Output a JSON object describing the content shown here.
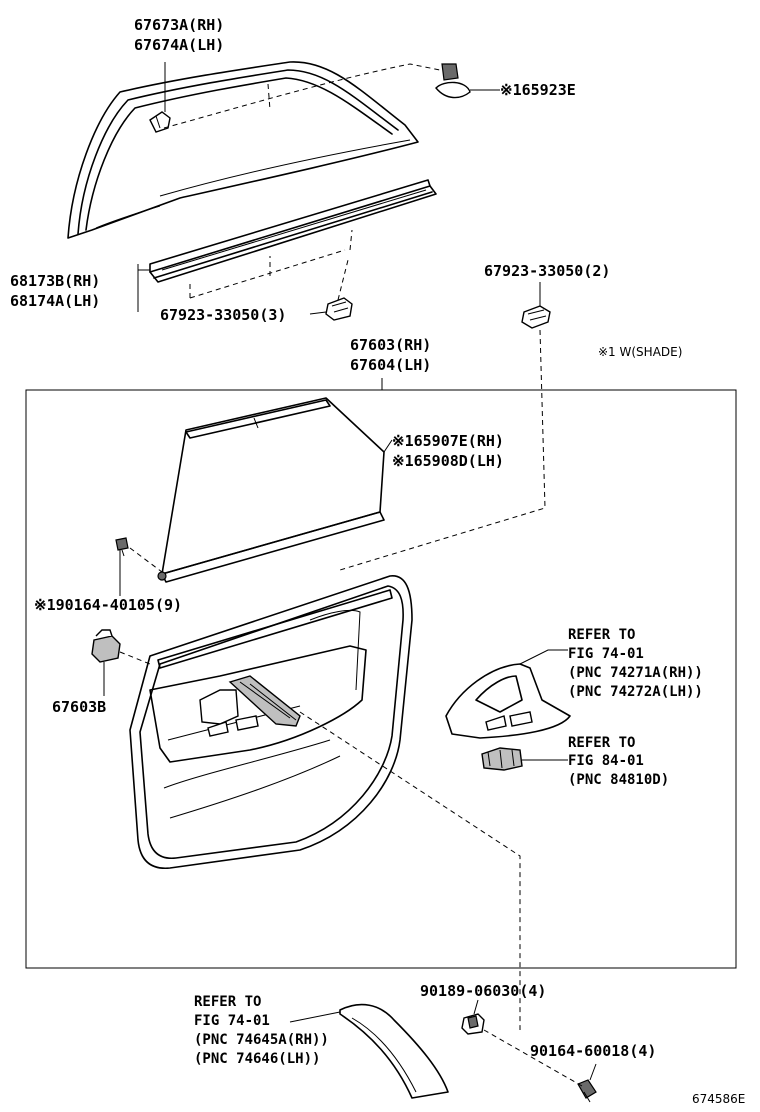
{
  "labels": {
    "l1a": "67673A(RH)",
    "l1b": "67674A(LH)",
    "l2": "※165923E",
    "l3a": "68173B(RH)",
    "l3b": "68174A(LH)",
    "l4": "67923-33050(3)",
    "l5": "67923-33050(2)",
    "l6a": "67603(RH)",
    "l6b": "67604(LH)",
    "note": "※1 W(SHADE)",
    "l7a": "※165907E(RH)",
    "l7b": "※165908D(LH)",
    "l8": "※190164-40105(9)",
    "l9": "67603B",
    "ref1": [
      "REFER TO",
      "FIG 74-01",
      "(PNC 74271A(RH))",
      "(PNC 74272A(LH))"
    ],
    "ref2": [
      "REFER TO",
      "FIG 84-01",
      "(PNC 84810D)"
    ],
    "l10": "90189-06030(4)",
    "ref3": [
      "REFER TO",
      "FIG 74-01",
      "(PNC 74645A(RH))",
      "(PNC 74646(LH))"
    ],
    "l11": "90164-60018(4)",
    "code": "674586E"
  }
}
